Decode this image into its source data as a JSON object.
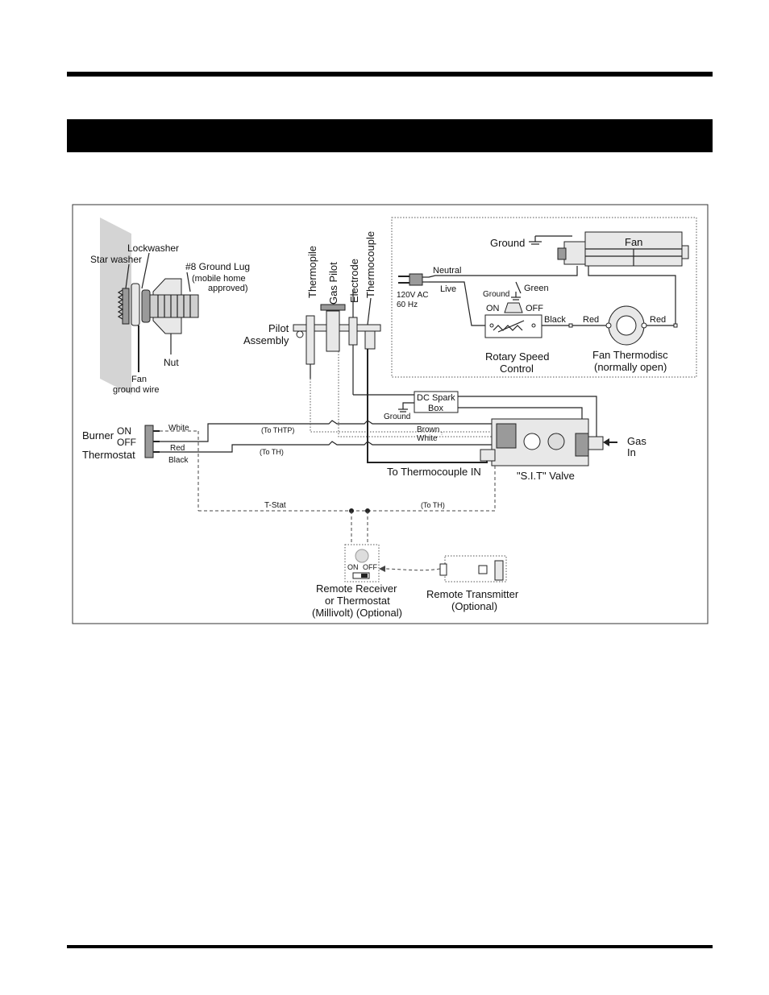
{
  "diagram": {
    "ground_lug": {
      "star_washer": "Star washer",
      "lockwasher": "Lockwasher",
      "ground_lug_1": "#8 Ground Lug",
      "ground_lug_2": "(mobile home",
      "ground_lug_3": "approved)",
      "nut": "Nut",
      "fan_ground_1": "Fan",
      "fan_ground_2": "ground wire"
    },
    "pilot": {
      "thermopile": "Thermopile",
      "gas_pilot": "Gas Pilot",
      "electrode": "Electrode",
      "thermocouple": "Thermocouple",
      "assembly_1": "Pilot",
      "assembly_2": "Assembly"
    },
    "fan_circuit": {
      "ground": "Ground",
      "fan": "Fan",
      "neutral": "Neutral",
      "live": "Live",
      "ac_1": "120V AC",
      "ac_2": "60 Hz",
      "ground_small": "Ground",
      "green": "Green",
      "on": "ON",
      "off": "OFF",
      "black": "Black",
      "red_1": "Red",
      "red_2": "Red",
      "rotary_1": "Rotary Speed",
      "rotary_2": "Control",
      "thermodisc_1": "Fan Thermodisc",
      "thermodisc_2": "(normally open)"
    },
    "spark_box": {
      "line1": "DC Spark",
      "line2": "Box",
      "ground": "Ground"
    },
    "switch": {
      "burner": "Burner",
      "on": "ON",
      "off": "OFF",
      "thermostat": "Thermostat",
      "white": "White",
      "red": "Red",
      "black": "Black"
    },
    "wires": {
      "to_thtp": "(To THTP)",
      "to_th_1": "(To TH)",
      "brown": "Brown",
      "white": "White",
      "to_thermocouple": "To Thermocouple IN",
      "tstat": "T-Stat",
      "to_th_2": "(To TH)"
    },
    "valve": {
      "name": "\"S.I.T\" Valve",
      "gas_1": "Gas",
      "gas_2": "In"
    },
    "remote": {
      "on": "ON",
      "off": "OFF",
      "receiver_1": "Remote Receiver",
      "receiver_2": "or Thermostat",
      "receiver_3": "(Millivolt) (Optional)",
      "transmitter_1": "Remote Transmitter",
      "transmitter_2": "(Optional)"
    }
  }
}
